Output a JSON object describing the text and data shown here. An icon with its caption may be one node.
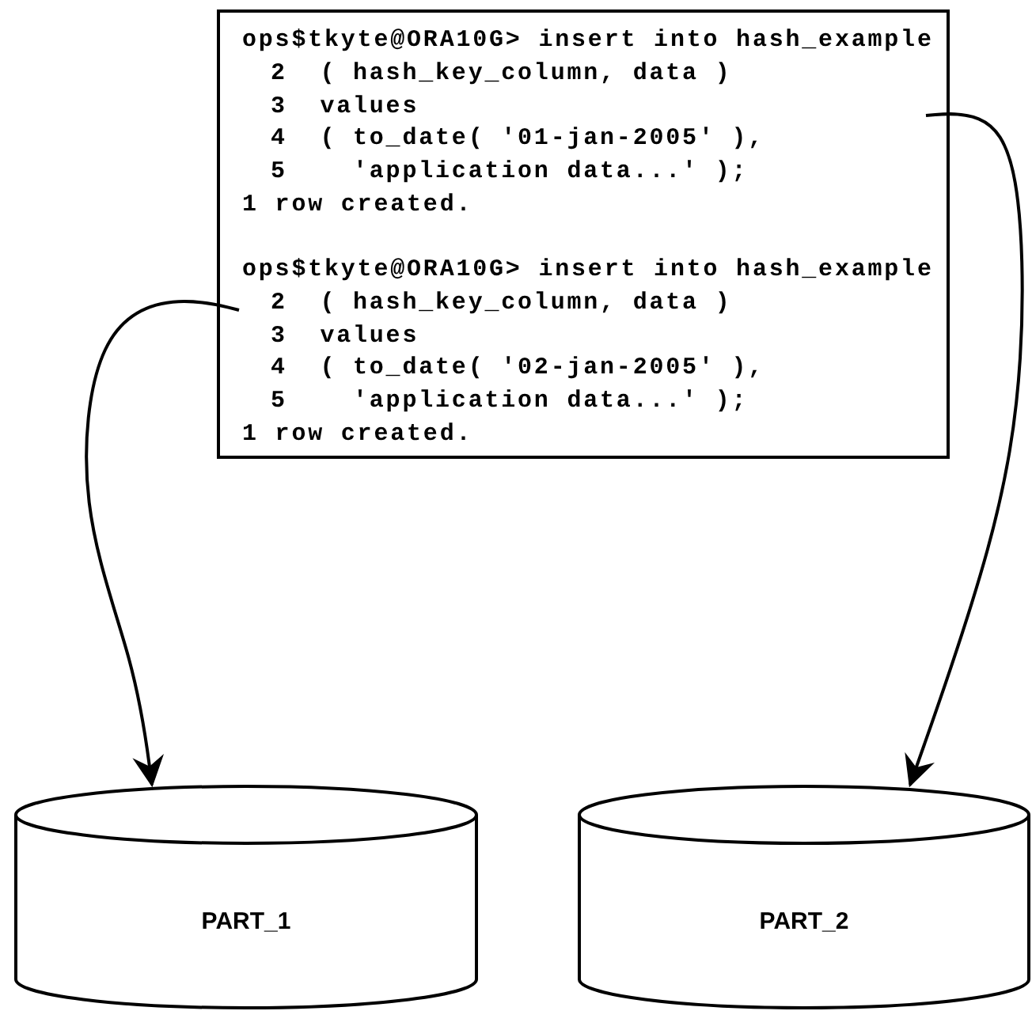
{
  "diagram": {
    "nodes": [
      {
        "text": [],
        "shape": "box"
      },
      {
        "text": [
          "ops$tkyte@ORA10G> insert into hash_example",
          "2  ( hash_key_column, data )",
          "3  values",
          "4  ( to_date( '01-jan-2005' ),",
          "5    'application data...' );",
          "1 row created."
        ],
        "in": 0
      },
      {
        "text": [
          "ops$tkyte@ORA10G> insert into hash_example",
          "2  ( hash_key_column, data )",
          "3  values",
          "4  ( to_date( '02-jan-2005' ),",
          "5    'application data...' );",
          "1 row created."
        ],
        "in": 0
      },
      {
        "text": [
          "PART_1"
        ]
      },
      {
        "text": [
          "PART_2"
        ]
      }
    ],
    "edges": [
      {
        "from": 1,
        "to": 4,
        "arrow": "to"
      },
      {
        "from": 2,
        "to": 3,
        "arrow": "to"
      }
    ]
  }
}
